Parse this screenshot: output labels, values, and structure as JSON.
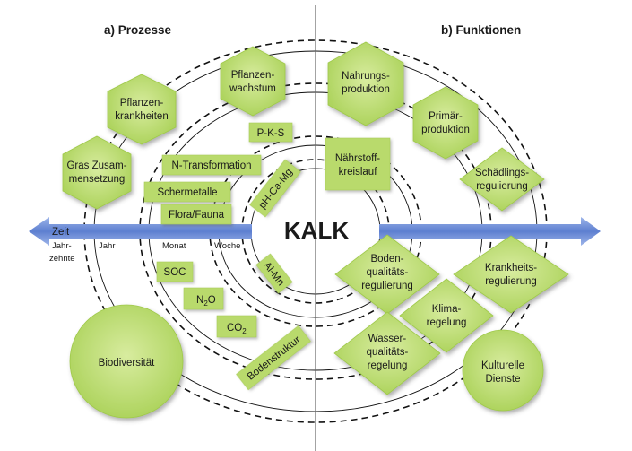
{
  "headers": {
    "left": "a) Prozesse",
    "right": "b) Funktionen"
  },
  "center": "KALK",
  "time_axis": {
    "label": "Zeit",
    "scales": [
      "Jahr-",
      "zehnte",
      "Jahr",
      "Monat",
      "Woche"
    ]
  },
  "processes": {
    "hexagons": {
      "gras": [
        "Gras Zusam-",
        "mensetzung"
      ],
      "krankheiten": [
        "Pflanzen-",
        "krankheiten"
      ],
      "wachstum": [
        "Pflanzen-",
        "wachstum"
      ]
    },
    "boxes": {
      "pks": "P-K-S",
      "ntrans": "N-Transformation",
      "schermetalle": "Schermetalle",
      "flora": "Flora/Fauna",
      "phcamg": "pH-Ca-Mg",
      "almn": "Al-Mn",
      "soc": "SOC",
      "n2o": "N",
      "n2o_sub": "2",
      "n2o_tail": "O",
      "co2": "CO",
      "co2_sub": "2",
      "boden": "Bodenstruktur"
    },
    "circle": "Biodiversität"
  },
  "functions": {
    "hexagons": {
      "nahrung": [
        "Nahrungs-",
        "produktion"
      ],
      "primaer": [
        "Primär-",
        "produktion"
      ]
    },
    "box": [
      "Nährstoff-",
      "kreislauf"
    ],
    "diamonds": {
      "schaedling": [
        "Schädlings-",
        "regulierung"
      ],
      "bodenq": [
        "Boden-",
        "qualitäts-",
        "regulierung"
      ],
      "krankheit": [
        "Krankheits-",
        "regulierung"
      ],
      "klima": [
        "Klima-",
        "regelung"
      ],
      "wasser": [
        "Wasser-",
        "qualitäts-",
        "regelung"
      ]
    },
    "circle": [
      "Kulturelle",
      "Dienste"
    ]
  },
  "colors": {
    "green_light": "#d3e99a",
    "green_dark": "#a9d155",
    "box_green": "#b9da6c",
    "arrow_blue": "#6f8fd8"
  }
}
